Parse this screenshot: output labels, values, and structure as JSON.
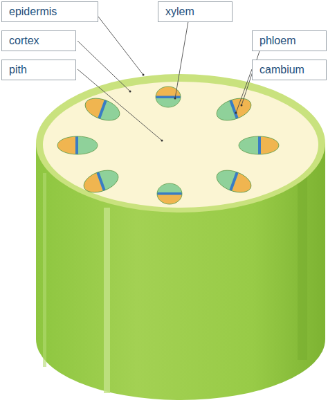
{
  "diagram": {
    "nodes": [
      {
        "text": [
          "epidermis"
        ]
      },
      {
        "text": [
          "xylem"
        ]
      },
      {
        "text": [
          "cortex"
        ]
      },
      {
        "text": [
          "phloem"
        ]
      },
      {
        "text": [
          "pith"
        ]
      },
      {
        "text": [
          "cambium"
        ]
      }
    ]
  }
}
